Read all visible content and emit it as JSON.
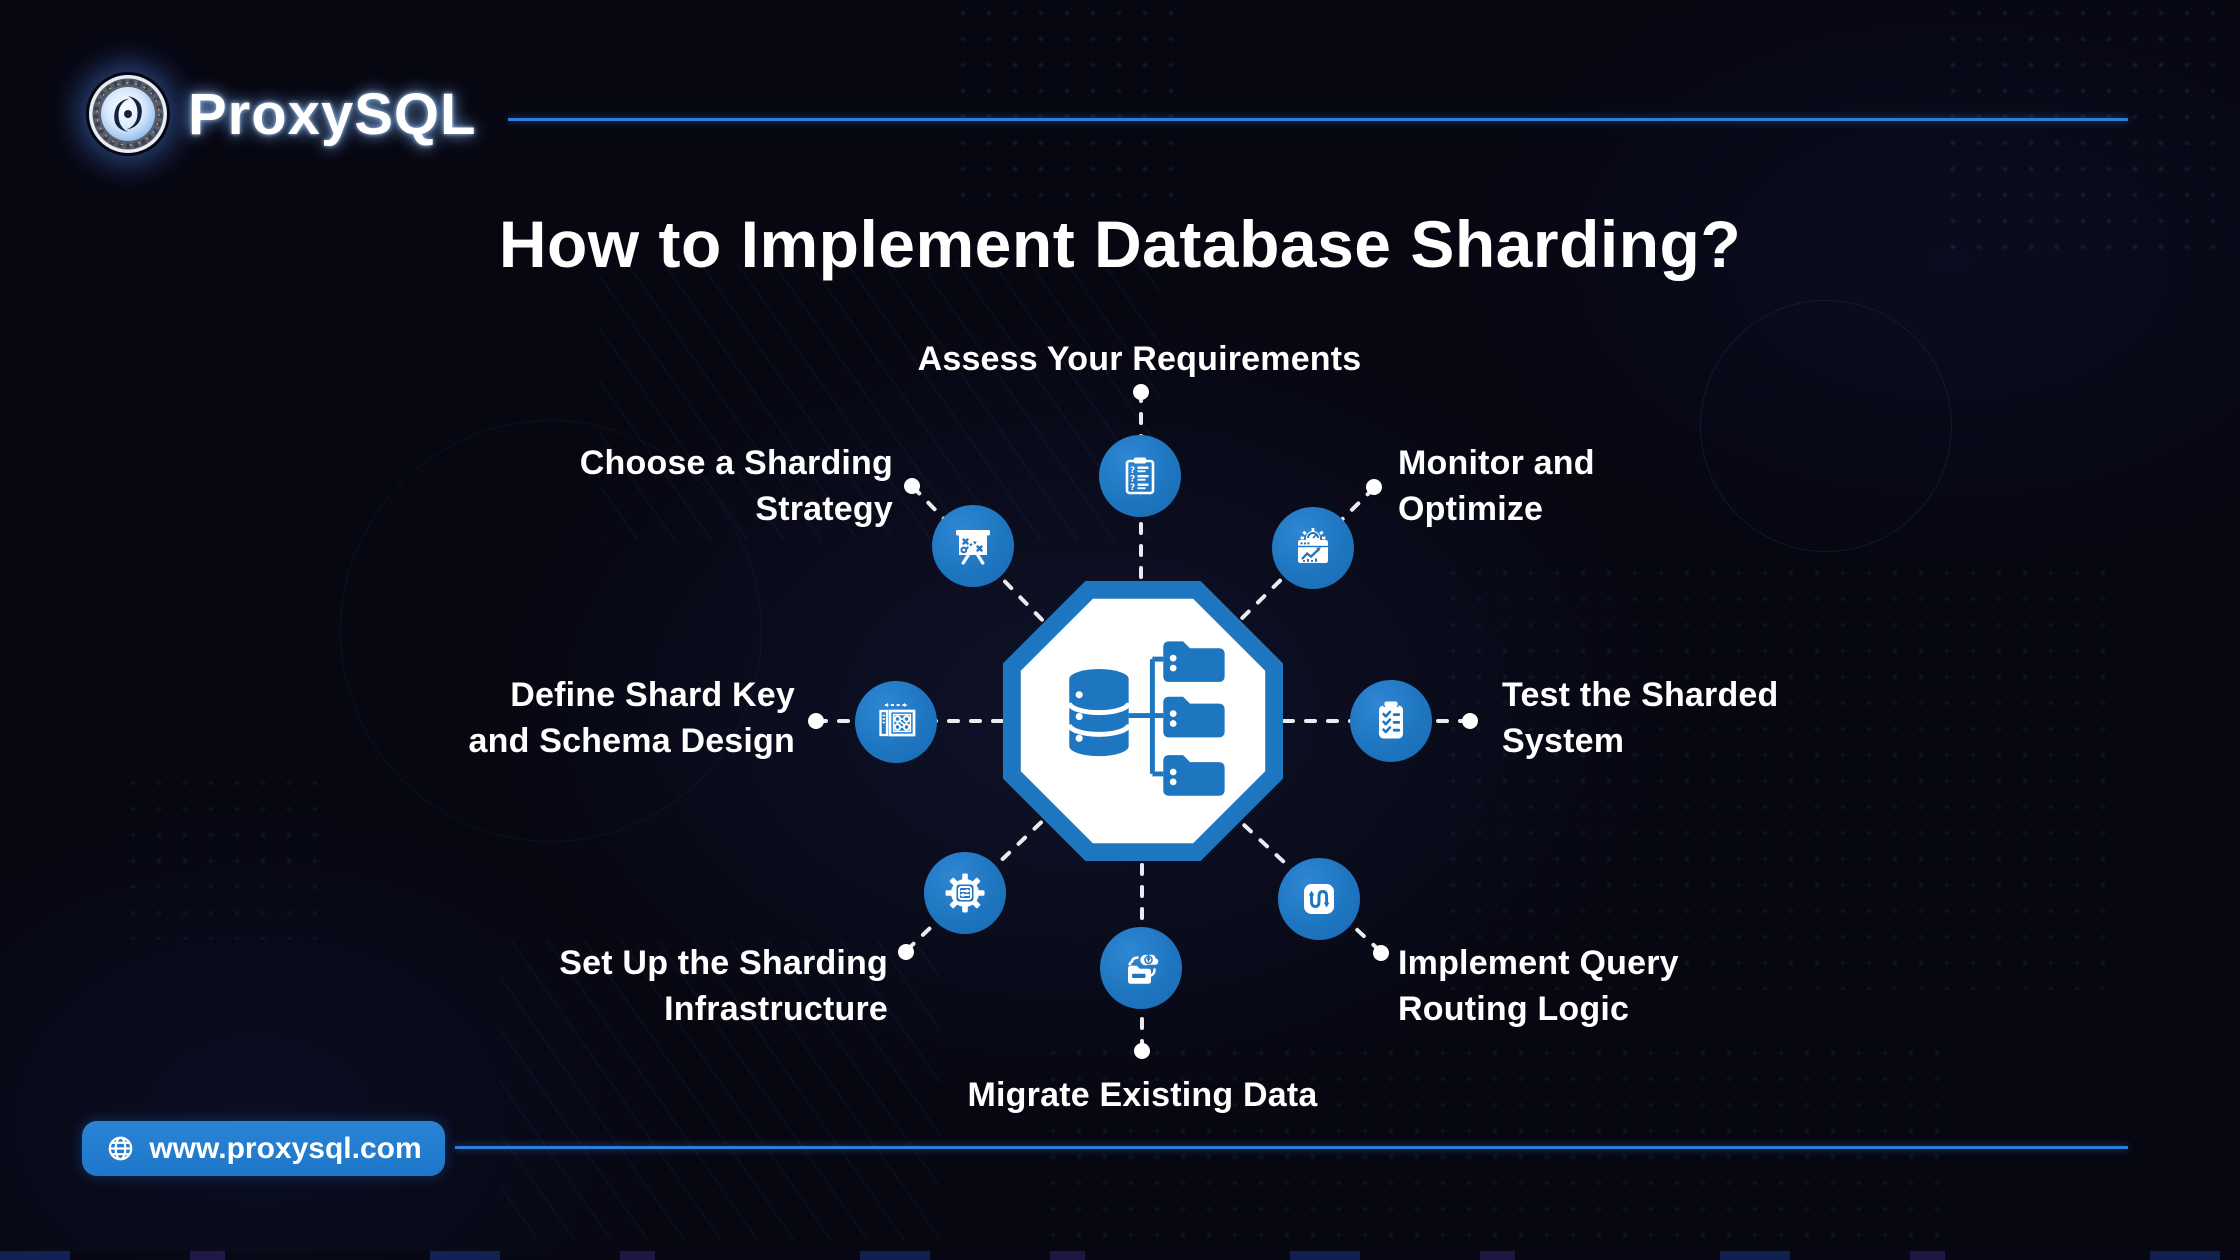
{
  "brand": {
    "name": "ProxySQL",
    "logo_icon": "vortex-logo-icon",
    "website_label": "www.proxysql.com",
    "website_icon": "globe-icon"
  },
  "title": "How to Implement Database Sharding?",
  "center": {
    "icon": "sharded-database-icon",
    "shape": "octagon"
  },
  "steps": [
    {
      "id": "assess-requirements",
      "position": "top",
      "icon": "clipboard-question-icon",
      "label": "Assess Your Requirements",
      "lines": [
        "Assess Your Requirements"
      ]
    },
    {
      "id": "monitor-optimize",
      "position": "top-right",
      "icon": "analytics-monitor-icon",
      "label": "Monitor and Optimize",
      "lines": [
        "Monitor and",
        "Optimize"
      ]
    },
    {
      "id": "test-sharded-system",
      "position": "right",
      "icon": "checklist-icon",
      "label": "Test the Sharded System",
      "lines": [
        "Test the Sharded",
        "System"
      ]
    },
    {
      "id": "query-routing-logic",
      "position": "bottom-right",
      "icon": "routing-arrows-icon",
      "label": "Implement Query Routing Logic",
      "lines": [
        "Implement Query",
        "Routing Logic"
      ]
    },
    {
      "id": "migrate-existing-data",
      "position": "bottom",
      "icon": "data-migration-icon",
      "label": "Migrate Existing Data",
      "lines": [
        "Migrate Existing Data"
      ]
    },
    {
      "id": "setup-infrastructure",
      "position": "bottom-left",
      "icon": "gear-sliders-icon",
      "label": "Set Up the Sharding Infrastructure",
      "lines": [
        "Set Up the Sharding",
        "Infrastructure"
      ]
    },
    {
      "id": "define-shard-key",
      "position": "left",
      "icon": "schema-design-icon",
      "label": "Define Shard Key and Schema Design",
      "lines": [
        "Define Shard Key",
        "and Schema Design"
      ]
    },
    {
      "id": "choose-strategy",
      "position": "top-left",
      "icon": "strategy-board-icon",
      "label": "Choose a Sharding Strategy",
      "lines": [
        "Choose a Sharding",
        "Strategy"
      ]
    }
  ],
  "colors": {
    "background": "#070712",
    "accent_blue": "#1e76c0",
    "line_blue": "#2b7fd6",
    "connector_white": "#ffffff",
    "text_white": "#ffffff"
  }
}
